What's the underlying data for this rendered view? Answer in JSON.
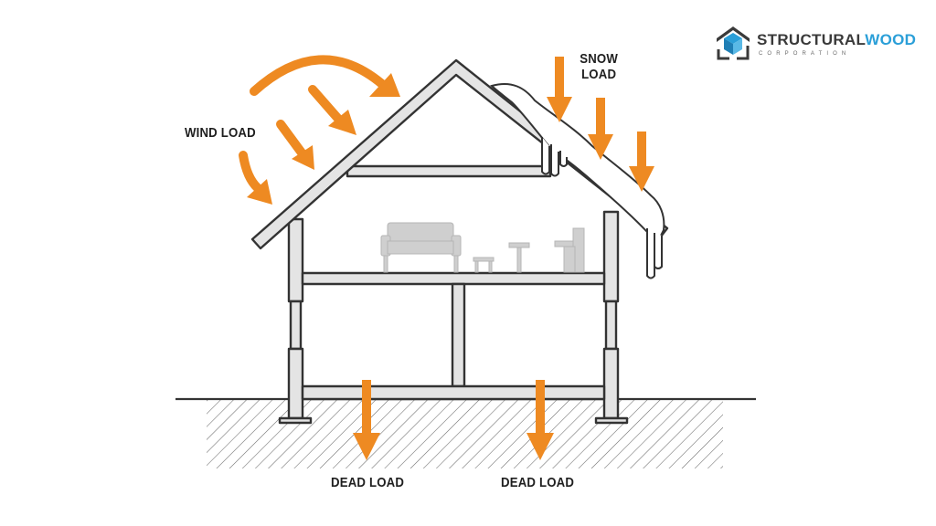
{
  "labels": {
    "wind": "WIND LOAD",
    "snow_line1": "SNOW",
    "snow_line2": "LOAD",
    "dead_left": "DEAD LOAD",
    "dead_right": "DEAD LOAD"
  },
  "logo": {
    "name_part1": "STRUCTURAL",
    "name_part2": "WOOD",
    "subtitle": "CORPORATION",
    "icon": "house-cube-logo-icon"
  },
  "icons": {
    "wind_arrows": "curved-and-diagonal-arrows-icon",
    "snow_arrows": "down-arrow-icon",
    "dead_load_arrows": "down-arrow-icon",
    "furniture": "sofa-table-chair-icon"
  },
  "colors": {
    "arrow": "#EE8A22",
    "frame_fill": "#E4E4E4",
    "frame_stroke": "#333333",
    "logo_dark": "#3A3A3A",
    "logo_blue": "#2B9FD8",
    "label_text": "#1F1F1F"
  }
}
